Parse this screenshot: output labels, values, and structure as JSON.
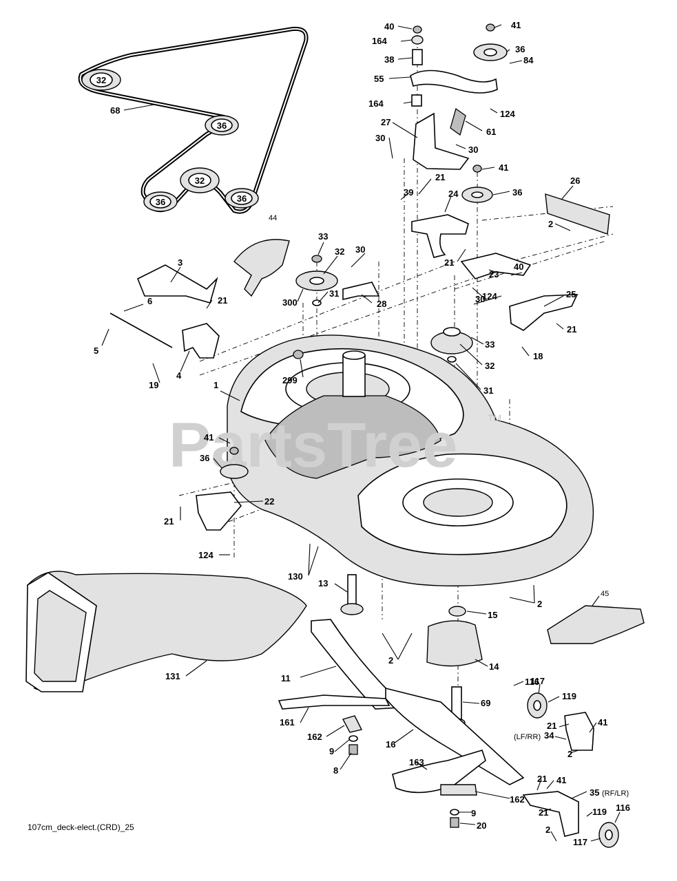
{
  "drawing_id": "107cm_deck-elect.(CRD)_25",
  "watermark": {
    "text": "PartsTree",
    "tm": "TM"
  },
  "belt_pulleys": [
    "32",
    "36",
    "32",
    "36",
    "36"
  ],
  "callouts": {
    "c40a": "40",
    "c41a": "41",
    "c164a": "164",
    "c36a": "36",
    "c38": "38",
    "c84": "84",
    "c55": "55",
    "c164b": "164",
    "c124a": "124",
    "c27": "27",
    "c61": "61",
    "c30a": "30",
    "c30b": "30",
    "c41b": "41",
    "c36b": "36",
    "c21a": "21",
    "c39": "39",
    "c24": "24",
    "c26": "26",
    "c2a": "2",
    "c21b": "21",
    "c23": "23",
    "c44": "44",
    "c33a": "33",
    "c32a": "32",
    "c30c": "30",
    "c3": "3",
    "c28": "28",
    "c300": "300",
    "c31a": "31",
    "c21c": "21",
    "c6": "6",
    "c5": "5",
    "c4": "4",
    "c19": "19",
    "c30d": "30",
    "c124b": "124",
    "c40b": "40",
    "c25": "25",
    "c21d": "21",
    "c33b": "33",
    "c32b": "32",
    "c18": "18",
    "c299": "299",
    "c31b": "31",
    "c1": "1",
    "c41c": "41",
    "c36c": "36",
    "c22": "22",
    "c21e": "21",
    "c124c": "124",
    "c130": "130",
    "c68": "68",
    "c13": "13",
    "c15": "15",
    "c2b": "2",
    "c45": "45",
    "c2c": "2",
    "c14": "14",
    "c131": "131",
    "c11": "11",
    "c116a": "116",
    "c117a": "117",
    "c119a": "119",
    "c69": "69",
    "c21f": "21",
    "c41d": "41",
    "c34": "34",
    "c161": "161",
    "c162a": "162",
    "c9a": "9",
    "c16": "16",
    "c2d": "2",
    "c8": "8",
    "c163": "163",
    "c21g": "21",
    "c41e": "41",
    "c35": "35",
    "c162b": "162",
    "c21h": "21",
    "c119b": "119",
    "c116b": "116",
    "c9b": "9",
    "c20": "20",
    "c2e": "2",
    "c117b": "117"
  },
  "notes": {
    "lf_rr": "(LF/RR)",
    "rf_lr": "(RF/LR)"
  }
}
